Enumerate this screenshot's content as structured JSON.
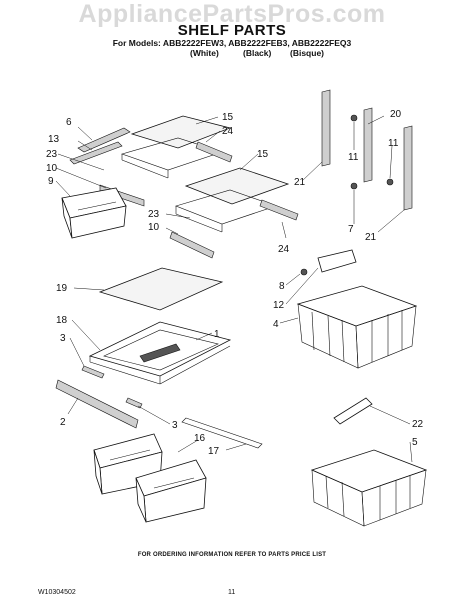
{
  "watermark": "AppliancePartsPros.com",
  "header": {
    "title": "SHELF PARTS",
    "models": "For Models: ABB2222FEW3, ABB2222FEB3, ABB2222FEQ3",
    "colors": [
      "(White)",
      "(Black)",
      "(Bisque)"
    ]
  },
  "callouts": {
    "c1": "1",
    "c2": "2",
    "c3a": "3",
    "c3b": "3",
    "c4": "4",
    "c5": "5",
    "c6": "6",
    "c7": "7",
    "c8": "8",
    "c9": "9",
    "c10a": "10",
    "c10b": "10",
    "c11a": "11",
    "c11b": "11",
    "c12": "12",
    "c13": "13",
    "c15a": "15",
    "c15b": "15",
    "c16": "16",
    "c17": "17",
    "c18": "18",
    "c19": "19",
    "c20": "20",
    "c21a": "21",
    "c21b": "21",
    "c22": "22",
    "c23a": "23",
    "c23b": "23",
    "c24a": "24",
    "c24b": "24"
  },
  "footer": {
    "note": "FOR ORDERING INFORMATION REFER TO PARTS PRICE LIST",
    "doc_number": "W10304502",
    "page": "11"
  }
}
